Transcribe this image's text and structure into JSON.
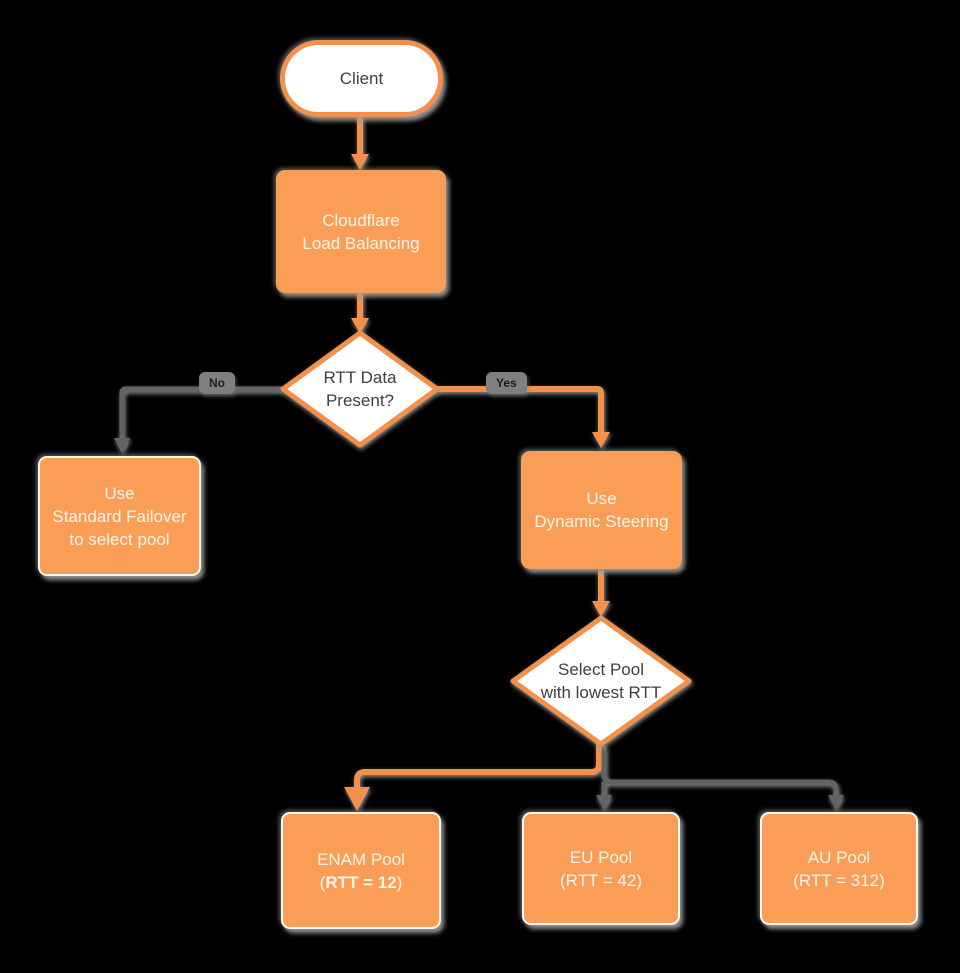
{
  "colors": {
    "background": "#000000",
    "node_fill_orange": "#FA9D57",
    "stroke_orange": "#F3914C",
    "line_gray": "#646464",
    "shadow_gray": "#9A9A9A",
    "text_on_orange": "#FDF4EA",
    "text_dark": "#3F3F3F",
    "edge_label_bg": "#7F7F7F"
  },
  "nodes": {
    "client": {
      "label": "Client"
    },
    "load_balancing": {
      "line1": "Cloudflare",
      "line2": "Load Balancing"
    },
    "rtt_decision": {
      "line1": "RTT Data",
      "line2": "Present?"
    },
    "standard_failover": {
      "line1": "Use",
      "line2": "Standard Failover",
      "line3": "to select pool"
    },
    "dynamic_steering": {
      "line1": "Use",
      "line2": "Dynamic Steering"
    },
    "pool_decision": {
      "line1": "Select Pool",
      "line2": "with lowest RTT"
    },
    "enam_pool": {
      "line1": "ENAM Pool",
      "line2_open": "(",
      "line2_bold": "RTT = 12",
      "line2_close": ")"
    },
    "eu_pool": {
      "line1": "EU Pool",
      "line2": "(RTT = 42)"
    },
    "au_pool": {
      "line1": "AU Pool",
      "line2": "(RTT = 312)"
    }
  },
  "edge_labels": {
    "no": "No",
    "yes": "Yes"
  }
}
